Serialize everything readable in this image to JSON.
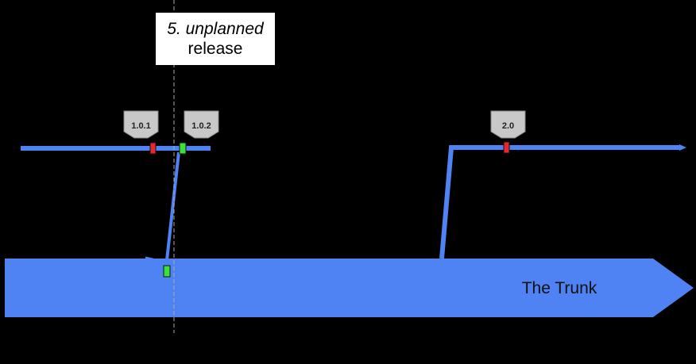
{
  "annotation": {
    "line1": "5. unplanned",
    "line2": "release"
  },
  "tags": [
    {
      "id": "tag-1-0-1",
      "label": "1.0.1"
    },
    {
      "id": "tag-1-0-2",
      "label": "1.0.2"
    },
    {
      "id": "tag-2-0",
      "label": "2.0"
    }
  ],
  "trunk_label": "The Trunk",
  "colors": {
    "background": "#000000",
    "branch": "#4f82f3",
    "marker_red": "#e8262b",
    "marker_green": "#39e239",
    "tag_fill": "#c8c8c8"
  }
}
